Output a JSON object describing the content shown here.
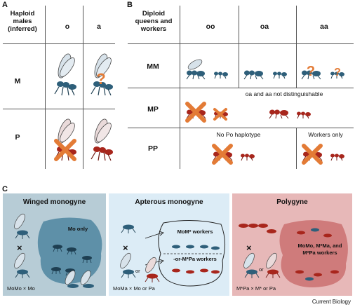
{
  "panelA": {
    "letter": "A",
    "header": "Haploid males (inferred)",
    "cols": [
      "o",
      "a"
    ],
    "rows": [
      "M",
      "P"
    ]
  },
  "panelB": {
    "letter": "B",
    "header": "Diploid queens and workers",
    "cols": [
      "oo",
      "oa",
      "aa"
    ],
    "rows": [
      "MM",
      "MP",
      "PP"
    ],
    "note_mp": "oa and aa not distinguishable",
    "note_pp_left": "No Po haplotype",
    "note_pp_right": "Workers only"
  },
  "panelC": {
    "letter": "C",
    "boxes": [
      {
        "title": "Winged monogyne",
        "label": "Mo only",
        "cross": "×",
        "caption": "MoMo × Mo"
      },
      {
        "title": "Apterous monogyne",
        "label_top": "MoM* workers",
        "label_bottom": "-or-M*Pa workers",
        "cross": "×",
        "or": "or",
        "caption": "MoMa × Mo or Pa"
      },
      {
        "title": "Polygyne",
        "label": "MoMo, M*Ma, and M*Pa workers",
        "cross": "×",
        "or": "or",
        "caption": "M*Pa × M* or Pa"
      }
    ]
  },
  "footer": "Current Biology",
  "colors": {
    "blue": "#2e5f7a",
    "red": "#a8261c",
    "cross": "#e37b36",
    "question": "#e37b36",
    "box1": "#b7ccd6",
    "blob1": "#5e90a8",
    "box2": "#dcecf6",
    "box3": "#e7b8b8",
    "blob3": "#cf7b7b"
  }
}
